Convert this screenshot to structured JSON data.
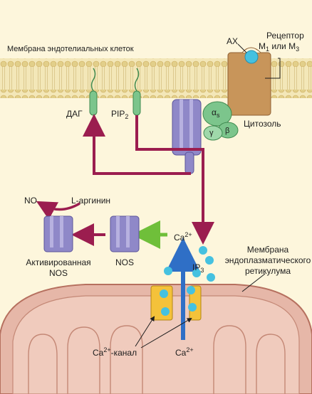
{
  "labels": {
    "membrane_endothelial": "Мембрана эндотелиальных клеток",
    "ach": "АХ",
    "receptor_line1": "Рецептор",
    "receptor_line2_prefix": "M",
    "receptor_m1_sub": "1",
    "receptor_mid": " или M",
    "receptor_m3_sub": "3",
    "cytosol": "Цитозоль",
    "dag": "ДАГ",
    "pip": "PIP",
    "pip_sub": "2",
    "alpha": "α",
    "alpha_sub": "s",
    "beta": "β",
    "gamma": "γ",
    "no": "NO",
    "l_arginine": "L-аргинин",
    "activated_nos_line1": "Активированная",
    "activated_nos_line2": "NOS",
    "nos": "NOS",
    "ca_top": "Ca",
    "ca_top_sup": "2+",
    "ip3": "IP",
    "ip3_sub": "3",
    "er_membrane_line1": "Мембрана",
    "er_membrane_line2": "эндоплазматического",
    "er_membrane_line3": "ретикулума",
    "ca_channel": "Ca",
    "ca_channel_sup": "2+",
    "ca_channel_suffix": "-канал",
    "ca_bottom": "Ca",
    "ca_bottom_sup": "2+"
  },
  "colors": {
    "background": "#fdf6dc",
    "membrane_head": "#e2cf8a",
    "membrane_core": "#f3e7b8",
    "receptor": "#c8955a",
    "g_protein": "#7cc58c",
    "plc": "#8f88c8",
    "pathway_arrow": "#9b1d4f",
    "green_arrow": "#6fbf3a",
    "calcium": "#45c1e0",
    "channel": "#f4c23a",
    "er_fill": "#e6b7a8",
    "er_line": "#b6705f",
    "ca_blue_arrow": "#2f6fc6"
  }
}
